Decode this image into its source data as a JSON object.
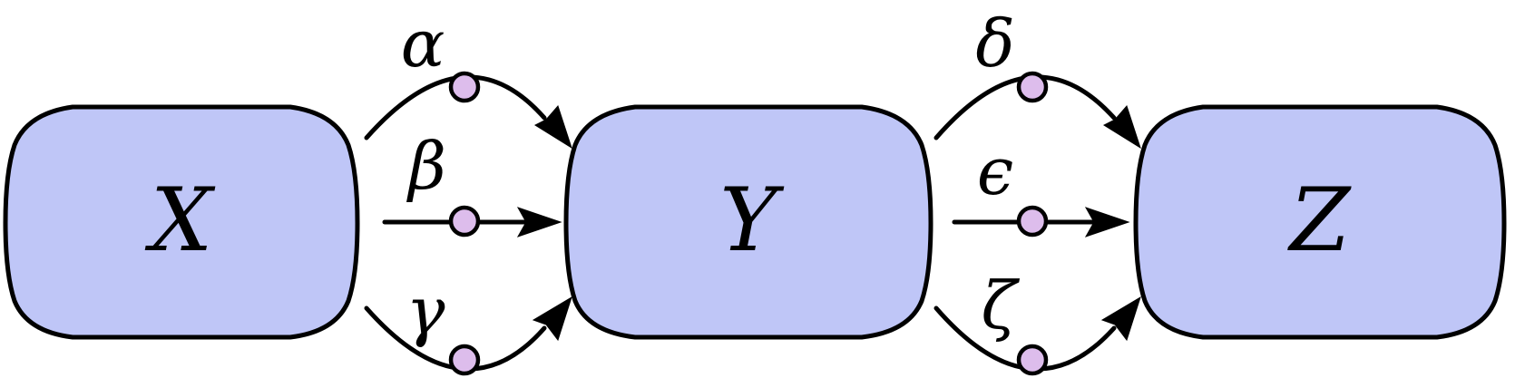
{
  "colors": {
    "node_fill": "#BFC6F7",
    "dot_fill": "#DDBDEC",
    "stroke": "#000000"
  },
  "nodes": [
    {
      "id": "x",
      "label": "X"
    },
    {
      "id": "y",
      "label": "Y"
    },
    {
      "id": "z",
      "label": "Z"
    }
  ],
  "edges": [
    {
      "id": "alpha",
      "from": "X",
      "to": "Y",
      "label": "α",
      "shape": "arc-up"
    },
    {
      "id": "beta",
      "from": "X",
      "to": "Y",
      "label": "β",
      "shape": "straight"
    },
    {
      "id": "gamma",
      "from": "X",
      "to": "Y",
      "label": "γ",
      "shape": "arc-down"
    },
    {
      "id": "delta",
      "from": "Y",
      "to": "Z",
      "label": "δ",
      "shape": "arc-up"
    },
    {
      "id": "epsilon",
      "from": "Y",
      "to": "Z",
      "label": "ϵ",
      "shape": "straight"
    },
    {
      "id": "zeta",
      "from": "Y",
      "to": "Z",
      "label": "ζ",
      "shape": "arc-down"
    }
  ]
}
